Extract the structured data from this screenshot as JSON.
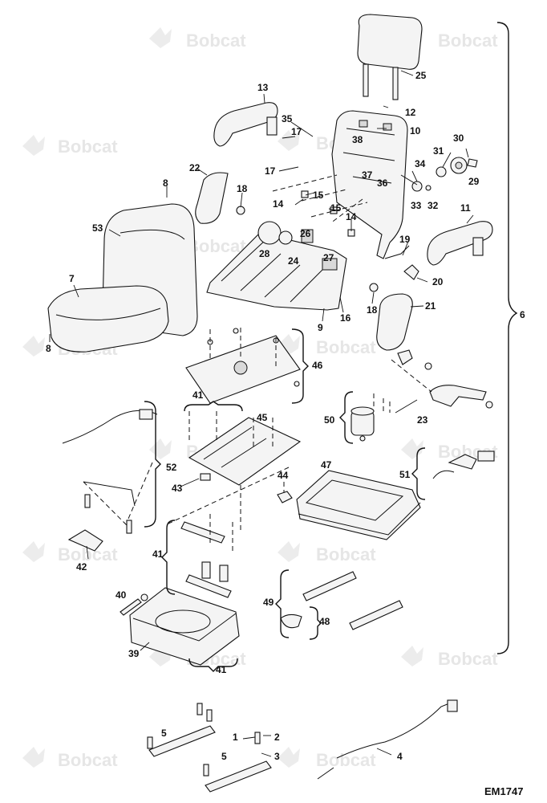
{
  "watermark": {
    "brand": "Bobcat"
  },
  "callouts": {
    "c1": "1",
    "c2": "2",
    "c3": "3",
    "c4": "4",
    "c5a": "5",
    "c5b": "5",
    "c6": "6",
    "c7": "7",
    "c8a": "8",
    "c8b": "8",
    "c9": "9",
    "c10": "10",
    "c11": "11",
    "c12": "12",
    "c13": "13",
    "c14a": "14",
    "c14b": "14",
    "c15a": "15",
    "c15b": "15",
    "c16": "16",
    "c17a": "17",
    "c17b": "17",
    "c18a": "18",
    "c18b": "18",
    "c19": "19",
    "c20": "20",
    "c21": "21",
    "c22": "22",
    "c23": "23",
    "c24": "24",
    "c25": "25",
    "c26": "26",
    "c27": "27",
    "c28": "28",
    "c29": "29",
    "c30": "30",
    "c31": "31",
    "c32": "32",
    "c33": "33",
    "c34": "34",
    "c35": "35",
    "c36": "36",
    "c37": "37",
    "c38": "38",
    "c39": "39",
    "c40": "40",
    "c41a": "41",
    "c41b": "41",
    "c41c": "41",
    "c42": "42",
    "c43": "43",
    "c44": "44",
    "c45": "45",
    "c46": "46",
    "c47": "47",
    "c48": "48",
    "c49": "49",
    "c50": "50",
    "c51": "51",
    "c52": "52",
    "c53": "53"
  },
  "figure_code": "EM1747"
}
